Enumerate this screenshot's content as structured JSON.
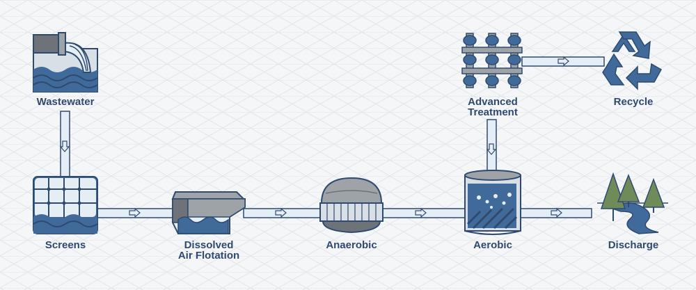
{
  "stages": {
    "wastewater": {
      "label": "Wastewater"
    },
    "screens": {
      "label": "Screens"
    },
    "daf": {
      "label_line1": "Dissolved",
      "label_line2": "Air Flotation"
    },
    "anaerobic": {
      "label": "Anaerobic"
    },
    "aerobic": {
      "label": "Aerobic"
    },
    "advanced_treatment": {
      "label_line1": "Advanced",
      "label_line2": "Treatment"
    },
    "recycle": {
      "label": "Recycle"
    },
    "discharge": {
      "label": "Discharge"
    }
  },
  "colors": {
    "background": "#f4f6f8",
    "grid": "#e2e6ea",
    "navy": "#2f4a6e",
    "blue": "#3f6a9a",
    "gray": "#9ea3a8",
    "dark_gray": "#6d7378",
    "pipe": "#e6eef5",
    "tree": "#6f8b5a",
    "label": "#2f4a6e"
  },
  "icons": [
    "outfall-pipe-icon",
    "screen-grid-icon",
    "flotation-tank-icon",
    "digester-icon",
    "aeration-tank-icon",
    "filter-array-icon",
    "recycle-icon",
    "trees-river-icon",
    "flow-arrow-icon"
  ]
}
